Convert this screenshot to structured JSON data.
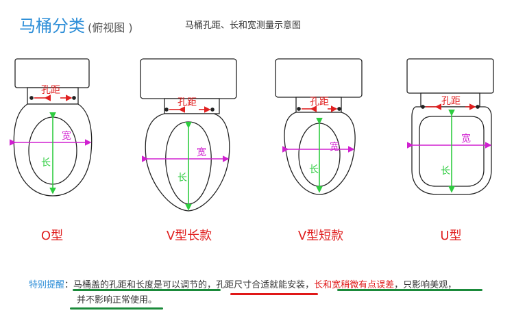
{
  "header": {
    "title": "马桶分类",
    "title_sub": "(俯视图 )",
    "subtitle": "马桶孔距、长和宽测量示意图"
  },
  "labels": {
    "hole": "孔距",
    "width": "宽",
    "length": "长"
  },
  "types": [
    {
      "caption": "O型"
    },
    {
      "caption": "V型长款"
    },
    {
      "caption": "V型短款"
    },
    {
      "caption": "U型"
    }
  ],
  "note": {
    "label": "特别提醒",
    "colon": "：",
    "part1": "马桶盖的孔距和长度是可以调节的",
    "sep1": "，",
    "part2": "孔距尺寸合适就能安装",
    "sep2": "，",
    "part3": "长和宽稍微有点误差",
    "part4": "，只影响美观，",
    "line2": "并不影响正常使用。"
  },
  "colors": {
    "title": "#2f8fd8",
    "caption": "#e02020",
    "hole_arrow": "#e02020",
    "width_arrow": "#d020d0",
    "length_arrow": "#2ecc40",
    "underline_green": "#1a8a3a",
    "underline_red": "#e01818"
  }
}
